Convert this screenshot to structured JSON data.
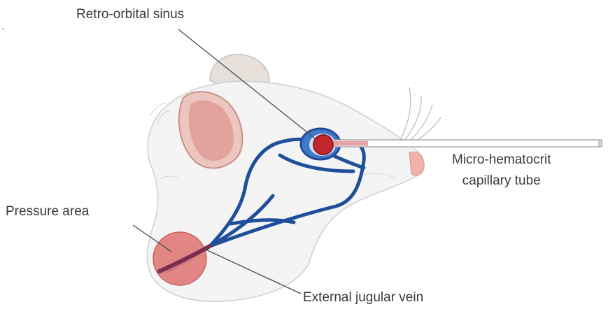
{
  "labels": {
    "retro_orbital_sinus": "Retro-orbital sinus",
    "tube_line1": "Micro-hematocrit",
    "tube_line2": "capillary tube",
    "pressure_area": "Pressure area",
    "external_jugular_vein": "External jugular vein"
  },
  "marker": "·",
  "colors": {
    "vein": "#1f4e9a",
    "pressure_area": "#e07a78",
    "eye": "#c0262c",
    "skin": "#f3f3f3",
    "ear_inner": "#e9a6a0",
    "nose": "#f2b8b0"
  }
}
